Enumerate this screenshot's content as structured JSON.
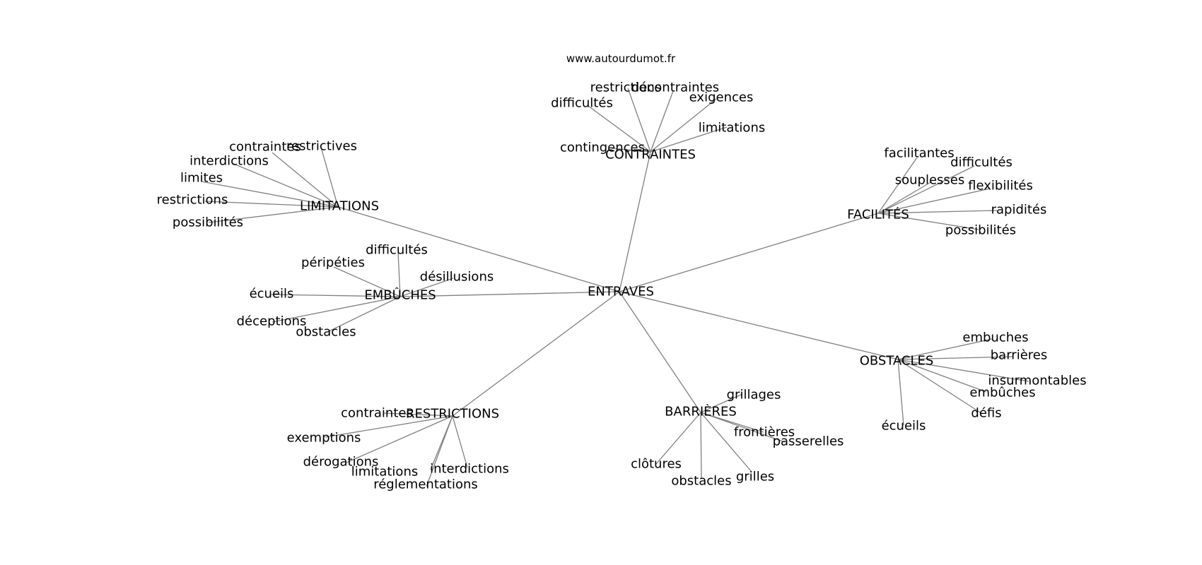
{
  "website": "www.autourdumot.fr",
  "center": "ENTRAVES",
  "branches": [
    {
      "label": "CONTRAINTES",
      "words": [
        "restrictions",
        "décontraintes",
        "exigences",
        "difficultés",
        "limitations",
        "contingences"
      ]
    },
    {
      "label": "FACILITÉS",
      "words": [
        "facilitantes",
        "difficultés",
        "souplesses",
        "flexibilités",
        "rapidités",
        "possibilités"
      ]
    },
    {
      "label": "LIMITATIONS",
      "words": [
        "contraintes",
        "restrictives",
        "interdictions",
        "limites",
        "restrictions",
        "possibilités"
      ]
    },
    {
      "label": "EMBÛCHES",
      "words": [
        "difficultés",
        "péripéties",
        "désillusions",
        "écueils",
        "déceptions",
        "obstacles"
      ]
    },
    {
      "label": "OBSTACLES",
      "words": [
        "embuches",
        "barrières",
        "insurmontables",
        "embûches",
        "défis",
        "écueils"
      ]
    },
    {
      "label": "RESTRICTIONS",
      "words": [
        "contraintes",
        "exemptions",
        "dérogations",
        "limitations",
        "interdictions",
        "réglementations"
      ]
    },
    {
      "label": "BARRIÈRES",
      "words": [
        "grillages",
        "frontières",
        "passerelles",
        "clôtures",
        "obstacles",
        "grilles"
      ]
    }
  ]
}
